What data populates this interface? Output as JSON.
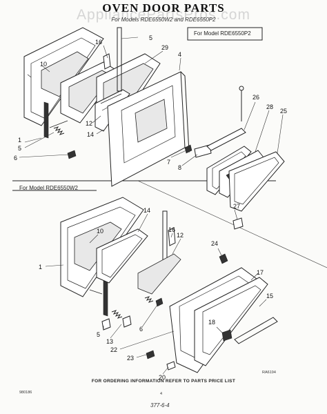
{
  "header": {
    "title": "OVEN DOOR PARTS",
    "subtitle": "For Models RDE6550W2 and RDE6550P2",
    "watermark": "AppliancePartsPros.com"
  },
  "sections": {
    "top_model_label": "For Model RDE6550P2",
    "bottom_model_label": "For Model RDE6550W2"
  },
  "callouts": {
    "top": [
      "1",
      "4",
      "5",
      "6",
      "7",
      "8",
      "10",
      "12",
      "14",
      "16",
      "25",
      "26",
      "28",
      "29",
      "5"
    ],
    "bottom": [
      "1",
      "5",
      "6",
      "10",
      "12",
      "13",
      "14",
      "15",
      "16",
      "17",
      "18",
      "20",
      "22",
      "23",
      "24",
      "27"
    ]
  },
  "footer": {
    "instruction": "FOR ORDERING INFORMATION REFER TO PARTS PRICE LIST",
    "left_code": "980186",
    "page_number": "4",
    "right_code": "RA6194",
    "handwritten": "377-6-4"
  }
}
